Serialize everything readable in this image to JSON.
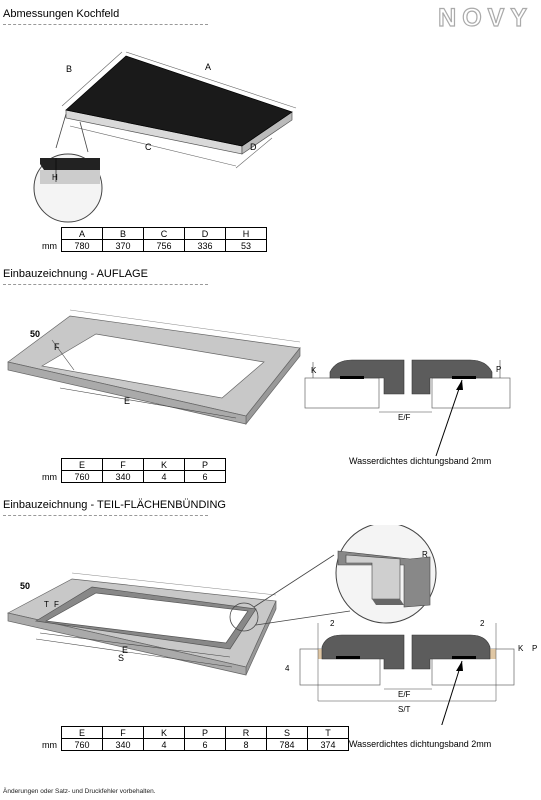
{
  "brand": "NOVY",
  "sections": {
    "abmessungen": {
      "title": "Abmessungen Kochfeld",
      "labels": {
        "A": "A",
        "B": "B",
        "C": "C",
        "D": "D",
        "H": "H"
      },
      "table": {
        "unit": "mm",
        "headers": [
          "A",
          "B",
          "C",
          "D",
          "H"
        ],
        "values": [
          "780",
          "370",
          "756",
          "336",
          "53"
        ]
      }
    },
    "auflage": {
      "title": "Einbauzeichnung - AUFLAGE",
      "labels": {
        "n50": "50",
        "F": "F",
        "E": "E",
        "K": "K",
        "P": "P",
        "EF": "E/F"
      },
      "note": "Wasserdichtes dichtungsband 2mm",
      "table": {
        "unit": "mm",
        "headers": [
          "E",
          "F",
          "K",
          "P"
        ],
        "values": [
          "760",
          "340",
          "4",
          "6"
        ]
      }
    },
    "teil": {
      "title": "Einbauzeichnung - TEIL-FLÄCHENBÜNDING",
      "labels": {
        "n50": "50",
        "T": "T",
        "F": "F",
        "E": "E",
        "S": "S",
        "R": "R",
        "n2a": "2",
        "n2b": "2",
        "n4": "4",
        "K": "K",
        "P": "P",
        "EF": "E/F",
        "ST": "S/T"
      },
      "note": "Wasserdichtes dichtungsband 2mm",
      "table": {
        "unit": "mm",
        "headers": [
          "E",
          "F",
          "K",
          "P",
          "R",
          "S",
          "T"
        ],
        "values": [
          "760",
          "340",
          "4",
          "6",
          "8",
          "784",
          "374"
        ]
      }
    }
  },
  "footer": "Änderungen oder Satz- und Druckfehler vorbehalten."
}
